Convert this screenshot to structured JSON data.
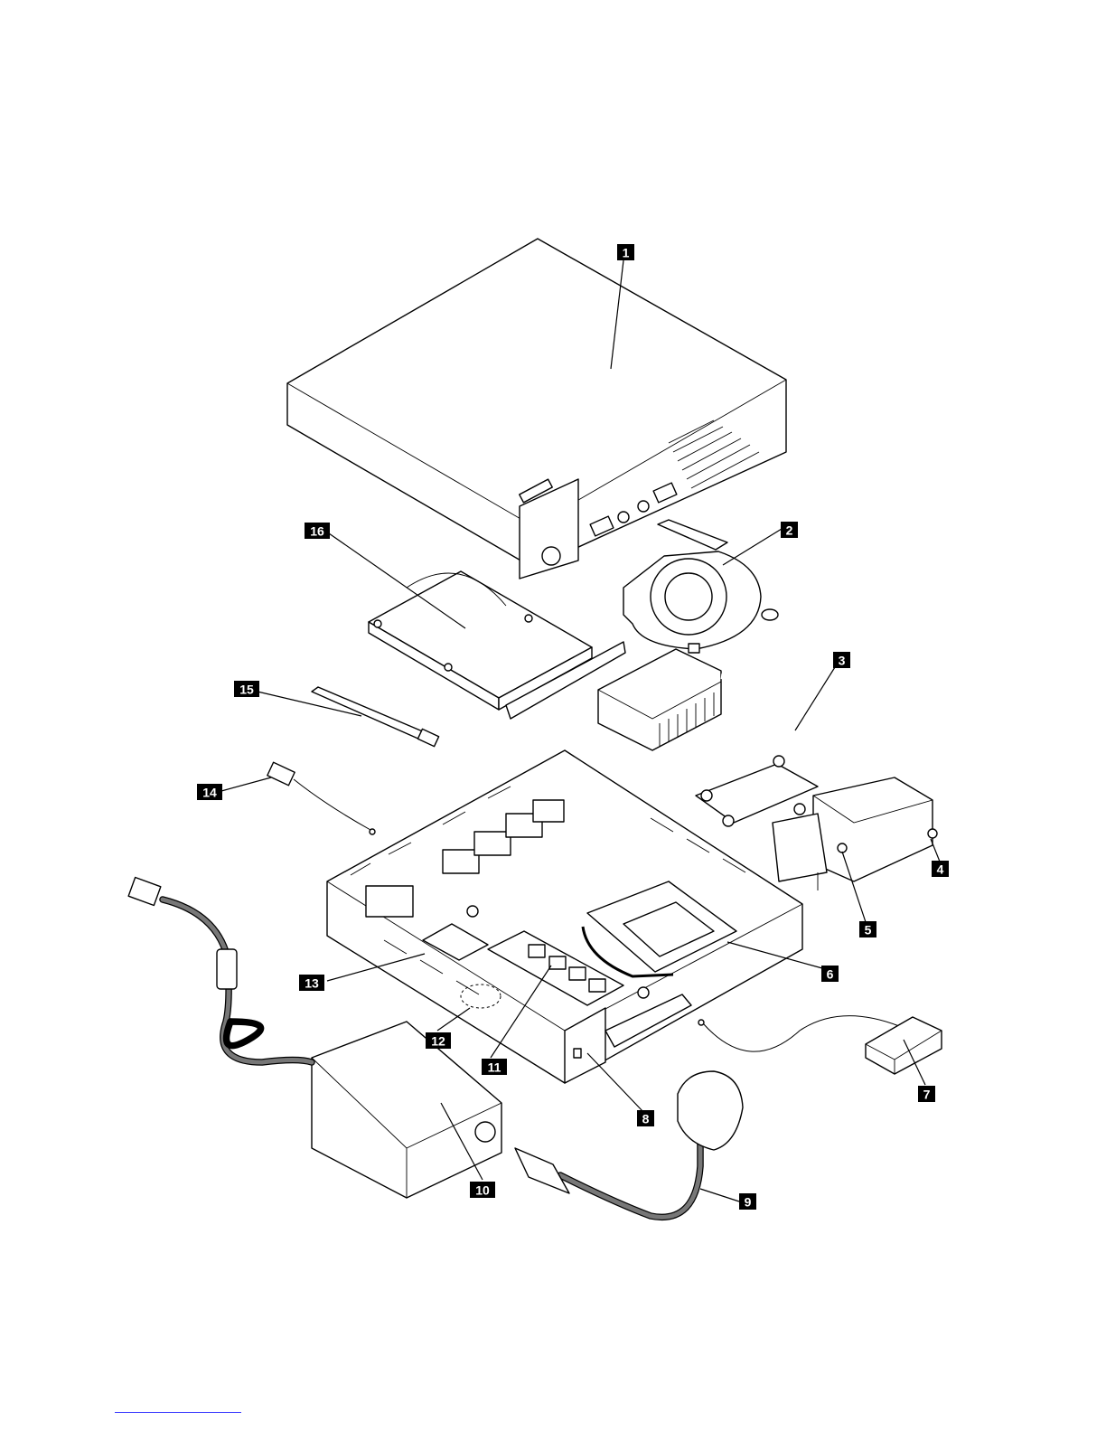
{
  "callouts": [
    {
      "label": "1"
    },
    {
      "label": "2"
    },
    {
      "label": "3"
    },
    {
      "label": "4"
    },
    {
      "label": "5"
    },
    {
      "label": "6"
    },
    {
      "label": "7"
    },
    {
      "label": "8"
    },
    {
      "label": "9"
    },
    {
      "label": "10"
    },
    {
      "label": "11"
    },
    {
      "label": "12"
    },
    {
      "label": "13"
    },
    {
      "label": "14"
    },
    {
      "label": "15"
    },
    {
      "label": "16"
    }
  ],
  "colors": {
    "ink": "#000000",
    "cable": "#777777",
    "footer_rule": "#3a3aff"
  }
}
